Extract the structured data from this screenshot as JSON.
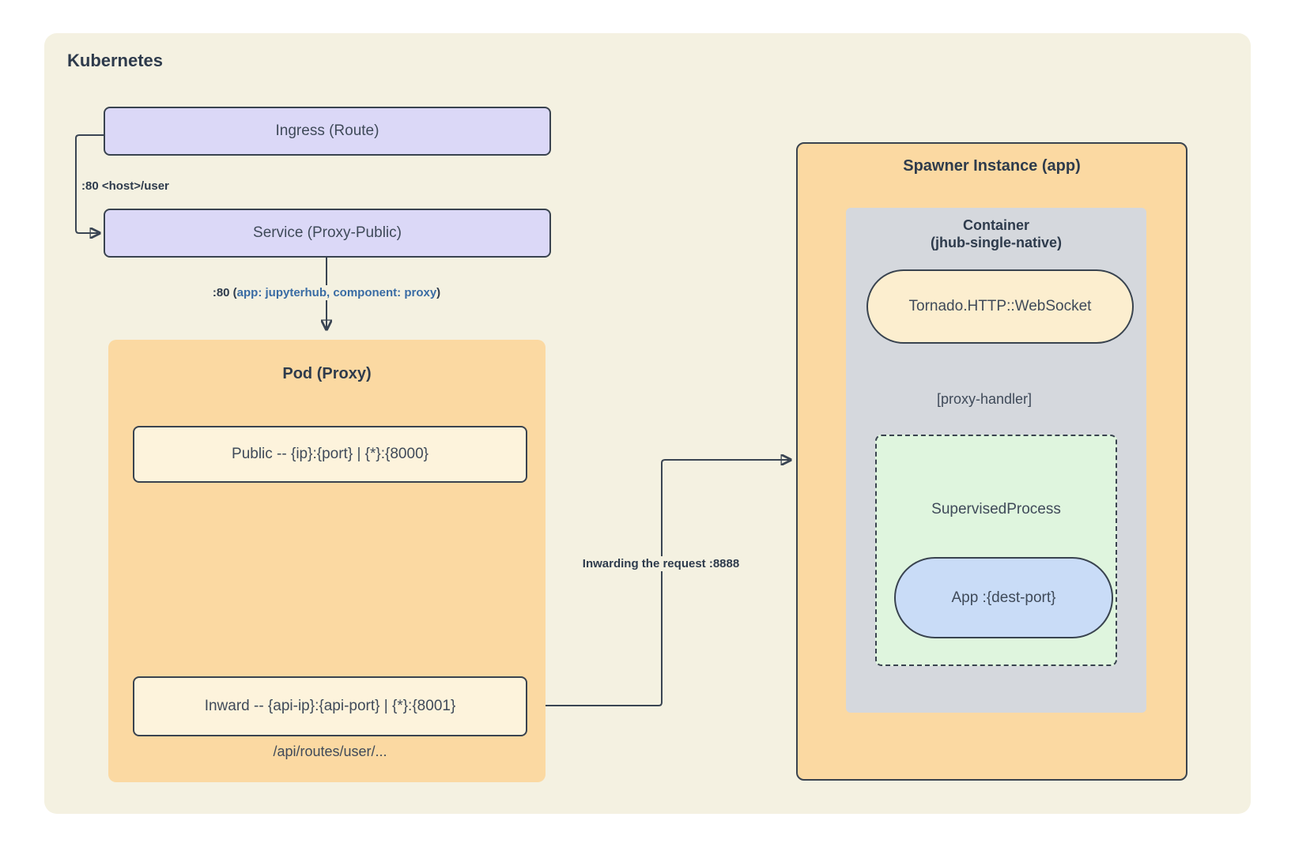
{
  "diagram": {
    "title": "Kubernetes",
    "colors": {
      "canvas": "#f4f1e1",
      "lavender_node": "#dbd8f7",
      "orange_group": "#fbd9a2",
      "cream_node": "#fdf3dc",
      "gray_container": "#d5d8dd",
      "green_process": "#dff5de",
      "blue_pill": "#c9dcf7",
      "peach_pill": "#fceecf",
      "line": "#3a4553",
      "text_dark": "#2e3b4c",
      "text_blue": "#3a6ca4"
    },
    "nodes": {
      "ingress": {
        "label": "Ingress (Route)"
      },
      "service": {
        "label": "Service (Proxy-Public)"
      },
      "pod": {
        "title": "Pod (Proxy)",
        "public_label": "Public -- {ip}:{port} | {*}:{8000}",
        "inward_label": "Inward -- {api-ip}:{api-port} | {*}:{8001}",
        "routes_note": "/api/routes/user/..."
      },
      "spawner": {
        "title": "Spawner Instance (app)",
        "container_title_line1": "Container",
        "container_title_line2": "(jhub-single-native)",
        "websocket_label": "Tornado.HTTP::WebSocket",
        "supervised_label": "SupervisedProcess",
        "app_label": "App :{dest-port}"
      }
    },
    "edges": {
      "ingress_to_service": ":80 <host>/user",
      "service_to_pod_prefix": ":80 (",
      "service_to_pod_selector": "app: jupyterhub, component: proxy",
      "service_to_pod_suffix": ")",
      "inward_to_spawner": "Inwarding the request :8888",
      "process_to_websocket": "[proxy-handler]"
    }
  }
}
